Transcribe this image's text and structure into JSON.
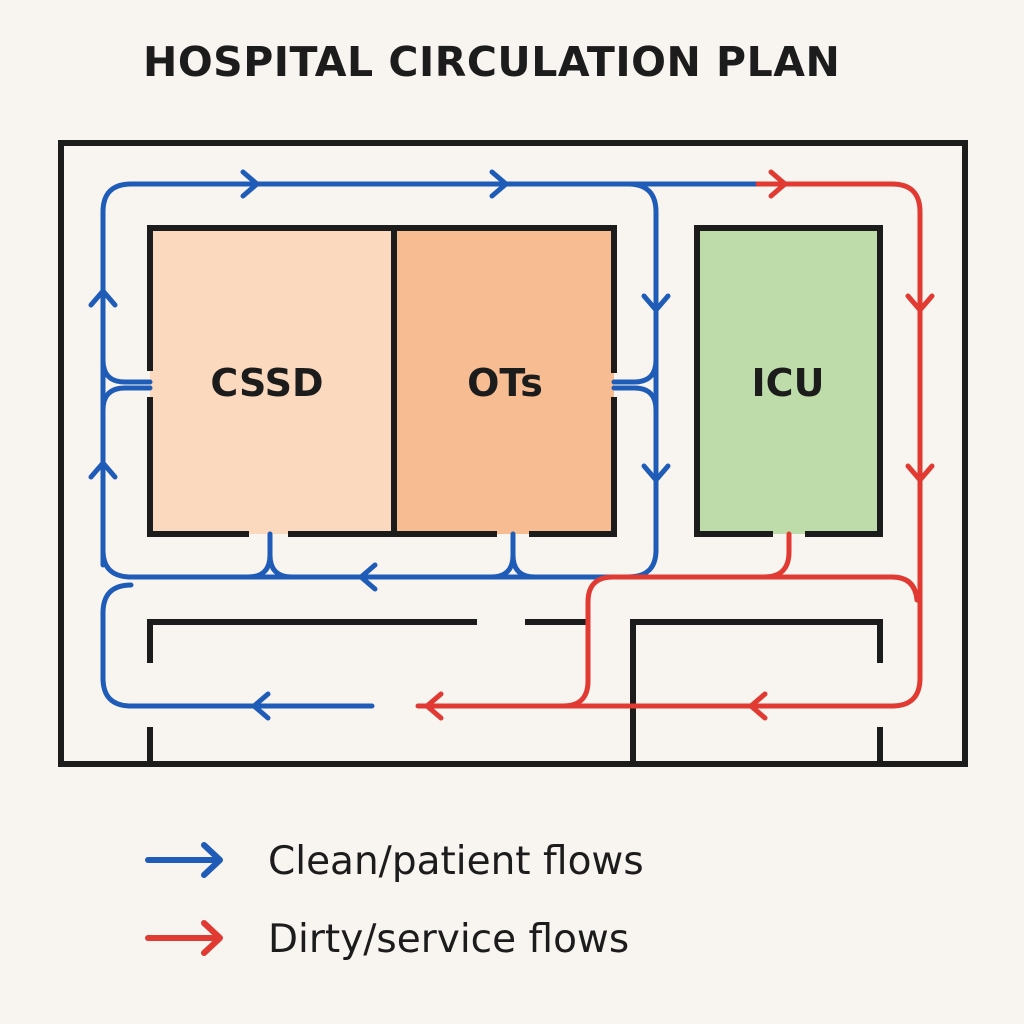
{
  "title": "HOSPITAL CIRCULATION PLAN",
  "colors": {
    "clean_flow": "#1f5cb8",
    "dirty_flow": "#e03a32",
    "walls": "#1c1c1c",
    "cssd_fill": "#fad9bf",
    "ots_fill": "#f7bc92",
    "icu_fill": "#bedcaa",
    "background": "#f8f4ef"
  },
  "rooms": {
    "cssd": "CSSD",
    "ots": "OTs",
    "icu": "ICU"
  },
  "legend": {
    "clean": "Clean/patient flows",
    "dirty": "Dirty/service flows"
  },
  "icons": {
    "clean_arrow": "blue-arrow-right-icon",
    "dirty_arrow": "red-arrow-right-icon"
  }
}
